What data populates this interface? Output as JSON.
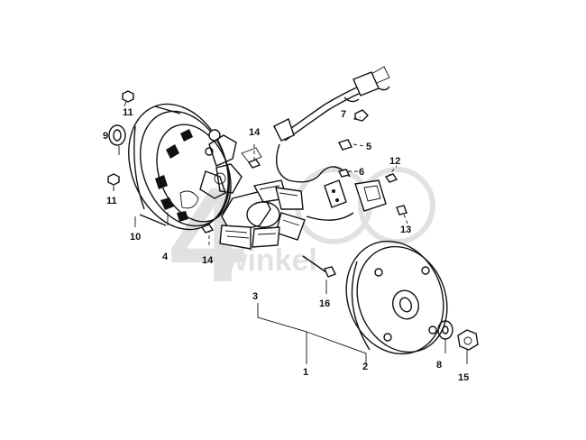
{
  "watermark": {
    "big": "4",
    "text": "winkel"
  },
  "callouts": [
    {
      "id": "11a",
      "label": "11"
    },
    {
      "id": "9",
      "label": "9"
    },
    {
      "id": "11b",
      "label": "11"
    },
    {
      "id": "10",
      "label": "10"
    },
    {
      "id": "4",
      "label": "4"
    },
    {
      "id": "14a",
      "label": "14"
    },
    {
      "id": "14b",
      "label": "14"
    },
    {
      "id": "7",
      "label": "7"
    },
    {
      "id": "5",
      "label": "5"
    },
    {
      "id": "6",
      "label": "6"
    },
    {
      "id": "12",
      "label": "12"
    },
    {
      "id": "13",
      "label": "13"
    },
    {
      "id": "3",
      "label": "3"
    },
    {
      "id": "16",
      "label": "16"
    },
    {
      "id": "1",
      "label": "1"
    },
    {
      "id": "2",
      "label": "2"
    },
    {
      "id": "8",
      "label": "8"
    },
    {
      "id": "15",
      "label": "15"
    }
  ]
}
